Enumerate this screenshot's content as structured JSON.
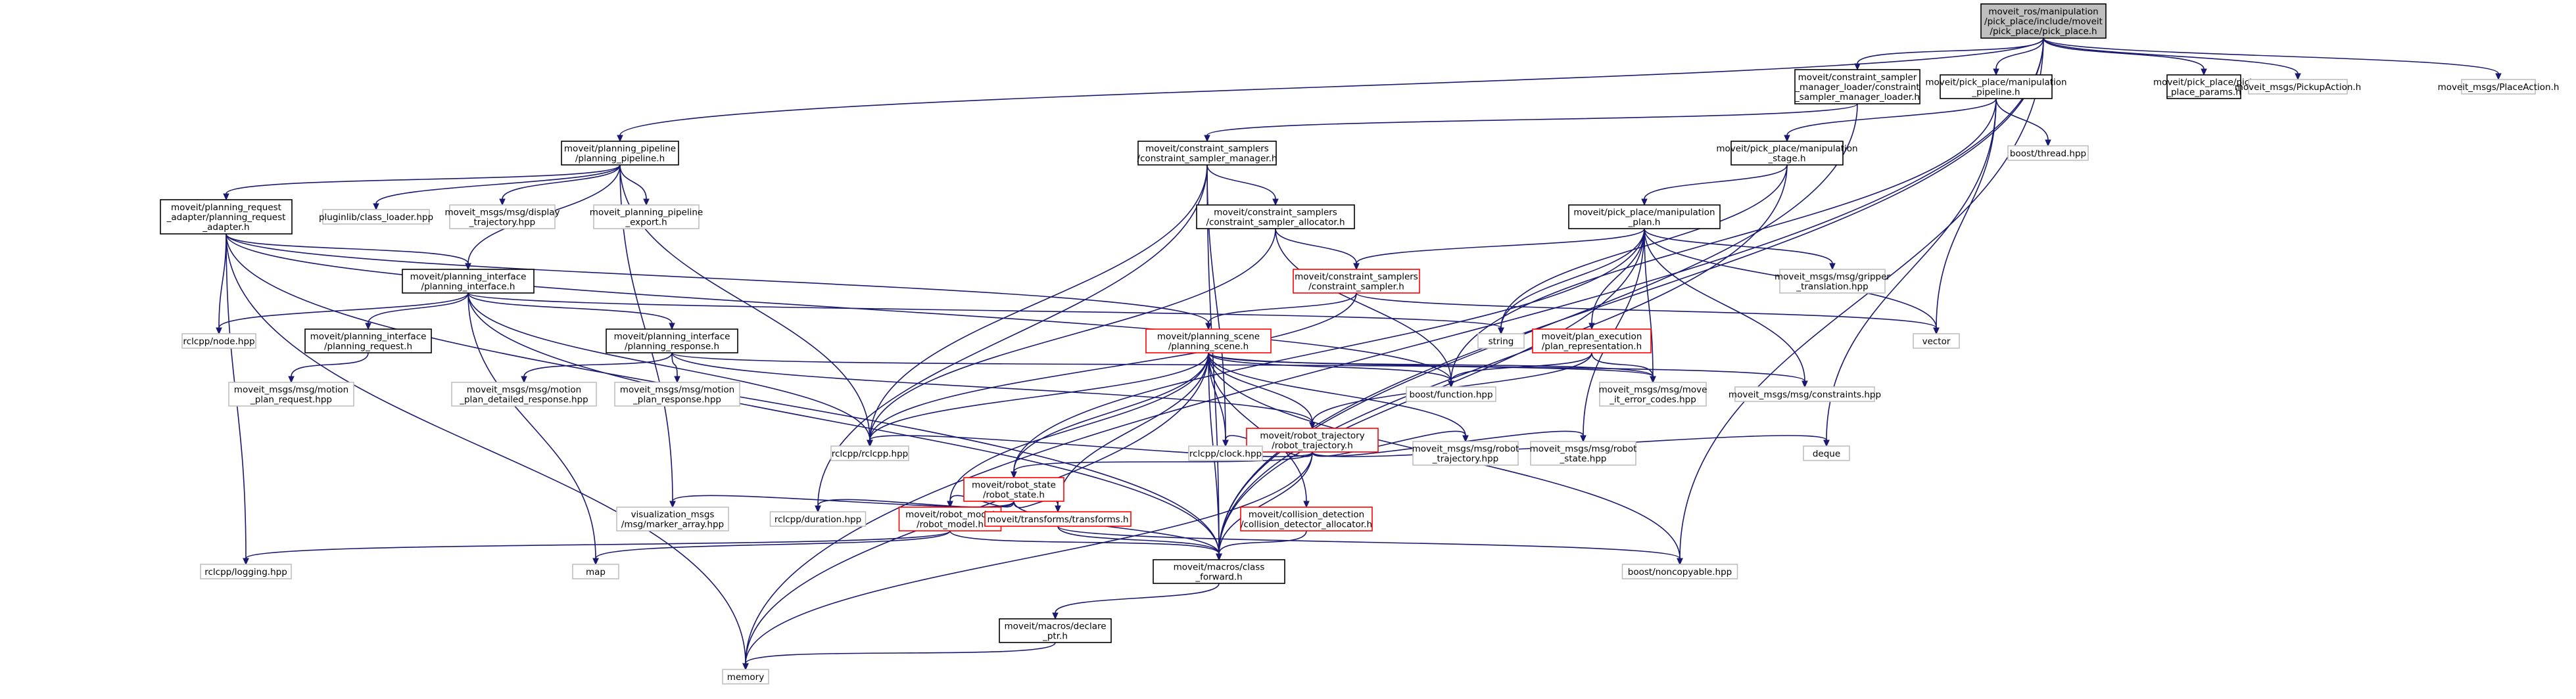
{
  "graph_title": "",
  "colors": {
    "edge": "#191970",
    "box_border_documented": "#000000",
    "box_border_undocumented": "#bfbfbf",
    "box_border_truncated": "#ff0000",
    "root_fill": "#bfbfbf"
  },
  "nodes": [
    {
      "id": "root",
      "style": "root",
      "lines": [
        "moveit_ros/manipulation",
        "/pick_place/include/moveit",
        "/pick_place/pick_place.h"
      ]
    },
    {
      "id": "csml",
      "style": "black",
      "lines": [
        "moveit/constraint_sampler",
        "_manager_loader/constraint",
        "_sampler_manager_loader.h"
      ]
    },
    {
      "id": "mpipe",
      "style": "black",
      "lines": [
        "moveit/pick_place/manipulation",
        "_pipeline.h"
      ]
    },
    {
      "id": "ppparams",
      "style": "black",
      "lines": [
        "moveit/pick_place/pick",
        "_place_params.h"
      ]
    },
    {
      "id": "pickaction",
      "style": "gray",
      "lines": [
        "moveit_msgs/PickupAction.h"
      ]
    },
    {
      "id": "placeaction",
      "style": "gray",
      "lines": [
        "moveit_msgs/PlaceAction.h"
      ]
    },
    {
      "id": "pp",
      "style": "black",
      "lines": [
        "moveit/planning_pipeline",
        "/planning_pipeline.h"
      ]
    },
    {
      "id": "csm",
      "style": "black",
      "lines": [
        "moveit/constraint_samplers",
        "/constraint_sampler_manager.h"
      ]
    },
    {
      "id": "mstage",
      "style": "black",
      "lines": [
        "moveit/pick_place/manipulation",
        "_stage.h"
      ]
    },
    {
      "id": "bthread",
      "style": "gray",
      "lines": [
        "boost/thread.hpp"
      ]
    },
    {
      "id": "pra",
      "style": "black",
      "lines": [
        "moveit/planning_request",
        "_adapter/planning_request",
        "_adapter.h"
      ]
    },
    {
      "id": "classloader",
      "style": "gray",
      "lines": [
        "pluginlib/class_loader.hpp"
      ]
    },
    {
      "id": "disptraj",
      "style": "gray",
      "lines": [
        "moveit_msgs/msg/display",
        "_trajectory.hpp"
      ]
    },
    {
      "id": "ppexport",
      "style": "gray",
      "lines": [
        "moveit_planning_pipeline",
        "_export.h"
      ]
    },
    {
      "id": "csa",
      "style": "black",
      "lines": [
        "moveit/constraint_samplers",
        "/constraint_sampler_allocator.h"
      ]
    },
    {
      "id": "mplan",
      "style": "black",
      "lines": [
        "moveit/pick_place/manipulation",
        "_plan.h"
      ]
    },
    {
      "id": "pi",
      "style": "black",
      "lines": [
        "moveit/planning_interface",
        "/planning_interface.h"
      ]
    },
    {
      "id": "cs",
      "style": "red",
      "lines": [
        "moveit/constraint_samplers",
        "/constraint_sampler.h"
      ]
    },
    {
      "id": "grip",
      "style": "gray",
      "lines": [
        "moveit_msgs/msg/gripper",
        "_translation.hpp"
      ]
    },
    {
      "id": "rclnode",
      "style": "gray",
      "lines": [
        "rclcpp/node.hpp"
      ]
    },
    {
      "id": "preq",
      "style": "black",
      "lines": [
        "moveit/planning_interface",
        "/planning_request.h"
      ]
    },
    {
      "id": "presp",
      "style": "black",
      "lines": [
        "moveit/planning_interface",
        "/planning_response.h"
      ]
    },
    {
      "id": "string",
      "style": "gray",
      "lines": [
        "string"
      ]
    },
    {
      "id": "psc",
      "style": "red",
      "lines": [
        "moveit/planning_scene",
        "/planning_scene.h"
      ]
    },
    {
      "id": "planrep",
      "style": "red",
      "lines": [
        "moveit/plan_execution",
        "/plan_representation.h"
      ]
    },
    {
      "id": "vector",
      "style": "gray",
      "lines": [
        "vector"
      ]
    },
    {
      "id": "mpreq",
      "style": "gray",
      "lines": [
        "moveit_msgs/msg/motion",
        "_plan_request.hpp"
      ]
    },
    {
      "id": "mpdet",
      "style": "gray",
      "lines": [
        "moveit_msgs/msg/motion",
        "_plan_detailed_response.hpp"
      ]
    },
    {
      "id": "mpresp",
      "style": "gray",
      "lines": [
        "moveit_msgs/msg/motion",
        "_plan_response.hpp"
      ]
    },
    {
      "id": "bfunc",
      "style": "gray",
      "lines": [
        "boost/function.hpp"
      ]
    },
    {
      "id": "moveit_err",
      "style": "gray",
      "lines": [
        "moveit_msgs/msg/move",
        "_it_error_codes.hpp"
      ]
    },
    {
      "id": "constr",
      "style": "gray",
      "lines": [
        "moveit_msgs/msg/constraints.hpp"
      ]
    },
    {
      "id": "rtraj",
      "style": "red",
      "lines": [
        "moveit/robot_trajectory",
        "/robot_trajectory.h"
      ]
    },
    {
      "id": "rclcpp",
      "style": "gray",
      "lines": [
        "rclcpp/rclcpp.hpp"
      ]
    },
    {
      "id": "clock",
      "style": "gray",
      "lines": [
        "rclcpp/clock.hpp"
      ]
    },
    {
      "id": "rtmsg",
      "style": "gray",
      "lines": [
        "moveit_msgs/msg/robot",
        "_trajectory.hpp"
      ]
    },
    {
      "id": "rsmsg",
      "style": "gray",
      "lines": [
        "moveit_msgs/msg/robot",
        "_state.hpp"
      ]
    },
    {
      "id": "deque",
      "style": "gray",
      "lines": [
        "deque"
      ]
    },
    {
      "id": "rstate",
      "style": "red",
      "lines": [
        "moveit/robot_state",
        "/robot_state.h"
      ]
    },
    {
      "id": "vis",
      "style": "gray",
      "lines": [
        "visualization_msgs",
        "/msg/marker_array.hpp"
      ]
    },
    {
      "id": "duration",
      "style": "gray",
      "lines": [
        "rclcpp/duration.hpp"
      ]
    },
    {
      "id": "rmodel",
      "style": "red",
      "lines": [
        "moveit/robot_model",
        "/robot_model.h"
      ]
    },
    {
      "id": "tf",
      "style": "red",
      "lines": [
        "moveit/transforms/transforms.h"
      ]
    },
    {
      "id": "cda",
      "style": "red",
      "lines": [
        "moveit/collision_detection",
        "/collision_detector_allocator.h"
      ]
    },
    {
      "id": "logging",
      "style": "gray",
      "lines": [
        "rclcpp/logging.hpp"
      ]
    },
    {
      "id": "map",
      "style": "gray",
      "lines": [
        "map"
      ]
    },
    {
      "id": "cf",
      "style": "black",
      "lines": [
        "moveit/macros/class",
        "_forward.h"
      ]
    },
    {
      "id": "noncopy",
      "style": "gray",
      "lines": [
        "boost/noncopyable.hpp"
      ]
    },
    {
      "id": "declptr",
      "style": "black",
      "lines": [
        "moveit/macros/declare",
        "_ptr.h"
      ]
    },
    {
      "id": "memory",
      "style": "gray",
      "lines": [
        "memory"
      ]
    }
  ],
  "edges": [
    [
      "root",
      "csml"
    ],
    [
      "root",
      "mpipe"
    ],
    [
      "root",
      "ppparams"
    ],
    [
      "root",
      "pickaction"
    ],
    [
      "root",
      "placeaction"
    ],
    [
      "root",
      "pp"
    ],
    [
      "root",
      "cf"
    ],
    [
      "root",
      "noncopy"
    ],
    [
      "root",
      "memory"
    ],
    [
      "csml",
      "csm"
    ],
    [
      "csml",
      "cf"
    ],
    [
      "mpipe",
      "mstage"
    ],
    [
      "mpipe",
      "bthread"
    ],
    [
      "mpipe",
      "bfunc"
    ],
    [
      "mpipe",
      "vector"
    ],
    [
      "mpipe",
      "deque"
    ],
    [
      "pp",
      "pra"
    ],
    [
      "pp",
      "classloader"
    ],
    [
      "pp",
      "disptraj"
    ],
    [
      "pp",
      "ppexport"
    ],
    [
      "pp",
      "pi"
    ],
    [
      "pp",
      "rclcpp"
    ],
    [
      "pp",
      "vis"
    ],
    [
      "csm",
      "csa"
    ],
    [
      "csm",
      "rclcpp"
    ],
    [
      "csm",
      "clock"
    ],
    [
      "csm",
      "duration"
    ],
    [
      "csm",
      "cf"
    ],
    [
      "mstage",
      "mplan"
    ],
    [
      "mstage",
      "string"
    ],
    [
      "mstage",
      "cf"
    ],
    [
      "pra",
      "pi"
    ],
    [
      "pra",
      "psc"
    ],
    [
      "pra",
      "rclnode"
    ],
    [
      "pra",
      "logging"
    ],
    [
      "pra",
      "cf"
    ],
    [
      "pra",
      "bfunc"
    ],
    [
      "pra",
      "memory"
    ],
    [
      "csa",
      "cs"
    ],
    [
      "csa",
      "rclcpp"
    ],
    [
      "csa",
      "bfunc"
    ],
    [
      "mplan",
      "cs"
    ],
    [
      "mplan",
      "grip"
    ],
    [
      "mplan",
      "planrep"
    ],
    [
      "mplan",
      "moveit_err"
    ],
    [
      "mplan",
      "constr"
    ],
    [
      "mplan",
      "string"
    ],
    [
      "mplan",
      "vector"
    ],
    [
      "mplan",
      "cf"
    ],
    [
      "mplan",
      "rstate"
    ],
    [
      "mplan",
      "rsmsg"
    ],
    [
      "pi",
      "preq"
    ],
    [
      "pi",
      "presp"
    ],
    [
      "pi",
      "rclnode"
    ],
    [
      "pi",
      "string"
    ],
    [
      "pi",
      "rclcpp"
    ],
    [
      "pi",
      "map"
    ],
    [
      "pi",
      "cf"
    ],
    [
      "cs",
      "psc"
    ],
    [
      "cs",
      "vector"
    ],
    [
      "cs",
      "rclcpp"
    ],
    [
      "preq",
      "mpreq"
    ],
    [
      "presp",
      "mpdet"
    ],
    [
      "presp",
      "mpresp"
    ],
    [
      "presp",
      "rtraj"
    ],
    [
      "presp",
      "moveit_err"
    ],
    [
      "psc",
      "rtraj"
    ],
    [
      "psc",
      "rstate"
    ],
    [
      "psc",
      "tf"
    ],
    [
      "psc",
      "cda"
    ],
    [
      "psc",
      "rmodel"
    ],
    [
      "psc",
      "bfunc"
    ],
    [
      "psc",
      "constr"
    ],
    [
      "psc",
      "moveit_err"
    ],
    [
      "psc",
      "rclcpp"
    ],
    [
      "psc",
      "clock"
    ],
    [
      "psc",
      "rtmsg"
    ],
    [
      "psc",
      "noncopy"
    ],
    [
      "psc",
      "cf"
    ],
    [
      "psc",
      "memory"
    ],
    [
      "planrep",
      "rtraj"
    ],
    [
      "planrep",
      "moveit_err"
    ],
    [
      "planrep",
      "bfunc"
    ],
    [
      "rtraj",
      "rstate"
    ],
    [
      "rtraj",
      "rtmsg"
    ],
    [
      "rtraj",
      "rsmsg"
    ],
    [
      "rtraj",
      "deque"
    ],
    [
      "rtraj",
      "clock"
    ],
    [
      "rtraj",
      "rclcpp"
    ],
    [
      "rtraj",
      "cf"
    ],
    [
      "rtraj",
      "memory"
    ],
    [
      "rstate",
      "rmodel"
    ],
    [
      "rstate",
      "tf"
    ],
    [
      "rstate",
      "vis"
    ],
    [
      "rstate",
      "duration"
    ],
    [
      "rstate",
      "cf"
    ],
    [
      "rmodel",
      "logging"
    ],
    [
      "rmodel",
      "map"
    ],
    [
      "rmodel",
      "cf"
    ],
    [
      "tf",
      "cf"
    ],
    [
      "tf",
      "noncopy"
    ],
    [
      "cda",
      "cf"
    ],
    [
      "cf",
      "declptr"
    ],
    [
      "declptr",
      "memory"
    ]
  ]
}
